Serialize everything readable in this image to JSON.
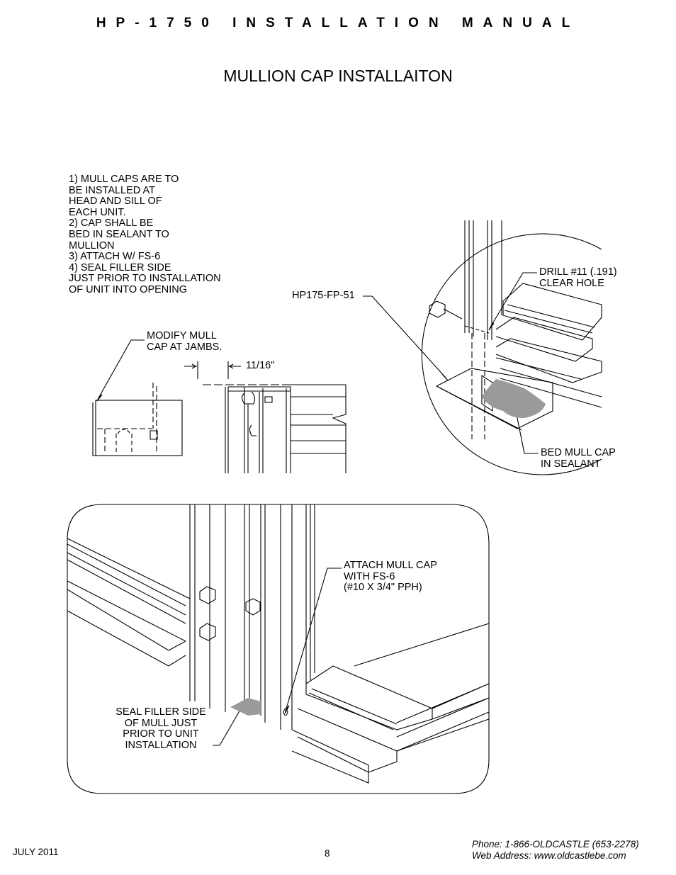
{
  "header": {
    "title": "HP-1750 INSTALLATION MANUAL"
  },
  "page_title": "MULLION CAP INSTALLAITON",
  "notes": [
    "1) MULL CAPS ARE TO",
    "BE INSTALLED AT",
    "HEAD AND SILL OF",
    "EACH UNIT.",
    "2) CAP SHALL BE",
    "BED IN SEALANT TO",
    "MULLION",
    "3) ATTACH W/ FS-6",
    "4) SEAL FILLER SIDE",
    "JUST PRIOR TO INSTALLATION",
    "OF UNIT INTO OPENING"
  ],
  "callouts": {
    "modify": [
      "MODIFY MULL",
      "CAP AT JAMBS."
    ],
    "dimension": "11/16\"",
    "part": "HP175-FP-51",
    "drill": [
      "DRILL #11 (.191)",
      "CLEAR HOLE"
    ],
    "bed": [
      "BED MULL CAP",
      "IN SEALANT"
    ],
    "attach": [
      "ATTACH MULL CAP",
      "WITH FS-6",
      "(#10 X 3/4\" PPH)"
    ],
    "seal": [
      "SEAL FILLER SIDE",
      "OF MULL JUST",
      "PRIOR TO UNIT",
      "INSTALLATION"
    ]
  },
  "footer": {
    "date": "JULY 2011",
    "page_number": "8",
    "phone": "Phone: 1-866-OLDCASTLE (653-2278)",
    "web": "Web Address: www.oldcastlebe.com"
  }
}
